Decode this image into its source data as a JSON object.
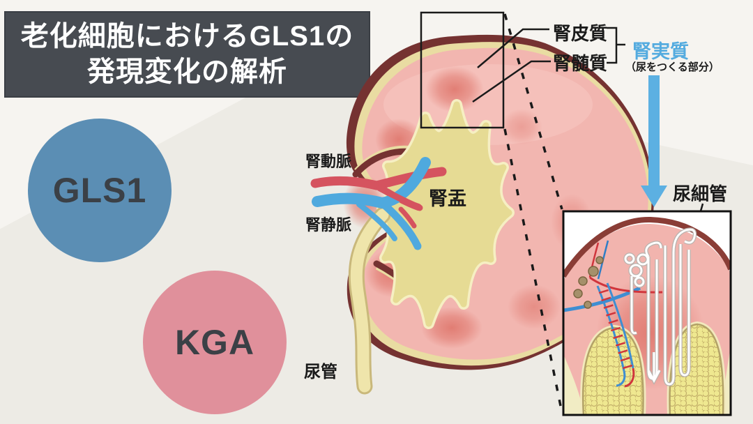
{
  "title": {
    "line1": "老化細胞におけるGLS1の",
    "line2": "発現変化の解析"
  },
  "molecules": {
    "gls1": "GLS1",
    "kga": "KGA"
  },
  "labels": {
    "renal_artery": "腎動脈",
    "renal_vein": "腎静脈",
    "renal_pelvis": "腎盂",
    "ureter": "尿管",
    "renal_cortex": "腎皮質",
    "renal_medulla": "腎髄質",
    "renal_parenchyma": "腎実質",
    "parenchyma_note": "（尿をつくる部分）",
    "renal_tubule": "尿細管"
  },
  "colors": {
    "accent_blue": "#54abdf",
    "gls1_circle": "#5b8eb4",
    "kga_circle": "#e0909b",
    "title_bg": "#474b51",
    "artery_red": "#d5535f",
    "vein_blue": "#4fa9de",
    "kidney_capsule": "#753231",
    "kidney_cortex_pink": "#f2b6b0",
    "pelvis_yellow": "#e6db94",
    "background": "#f4f2ee"
  }
}
